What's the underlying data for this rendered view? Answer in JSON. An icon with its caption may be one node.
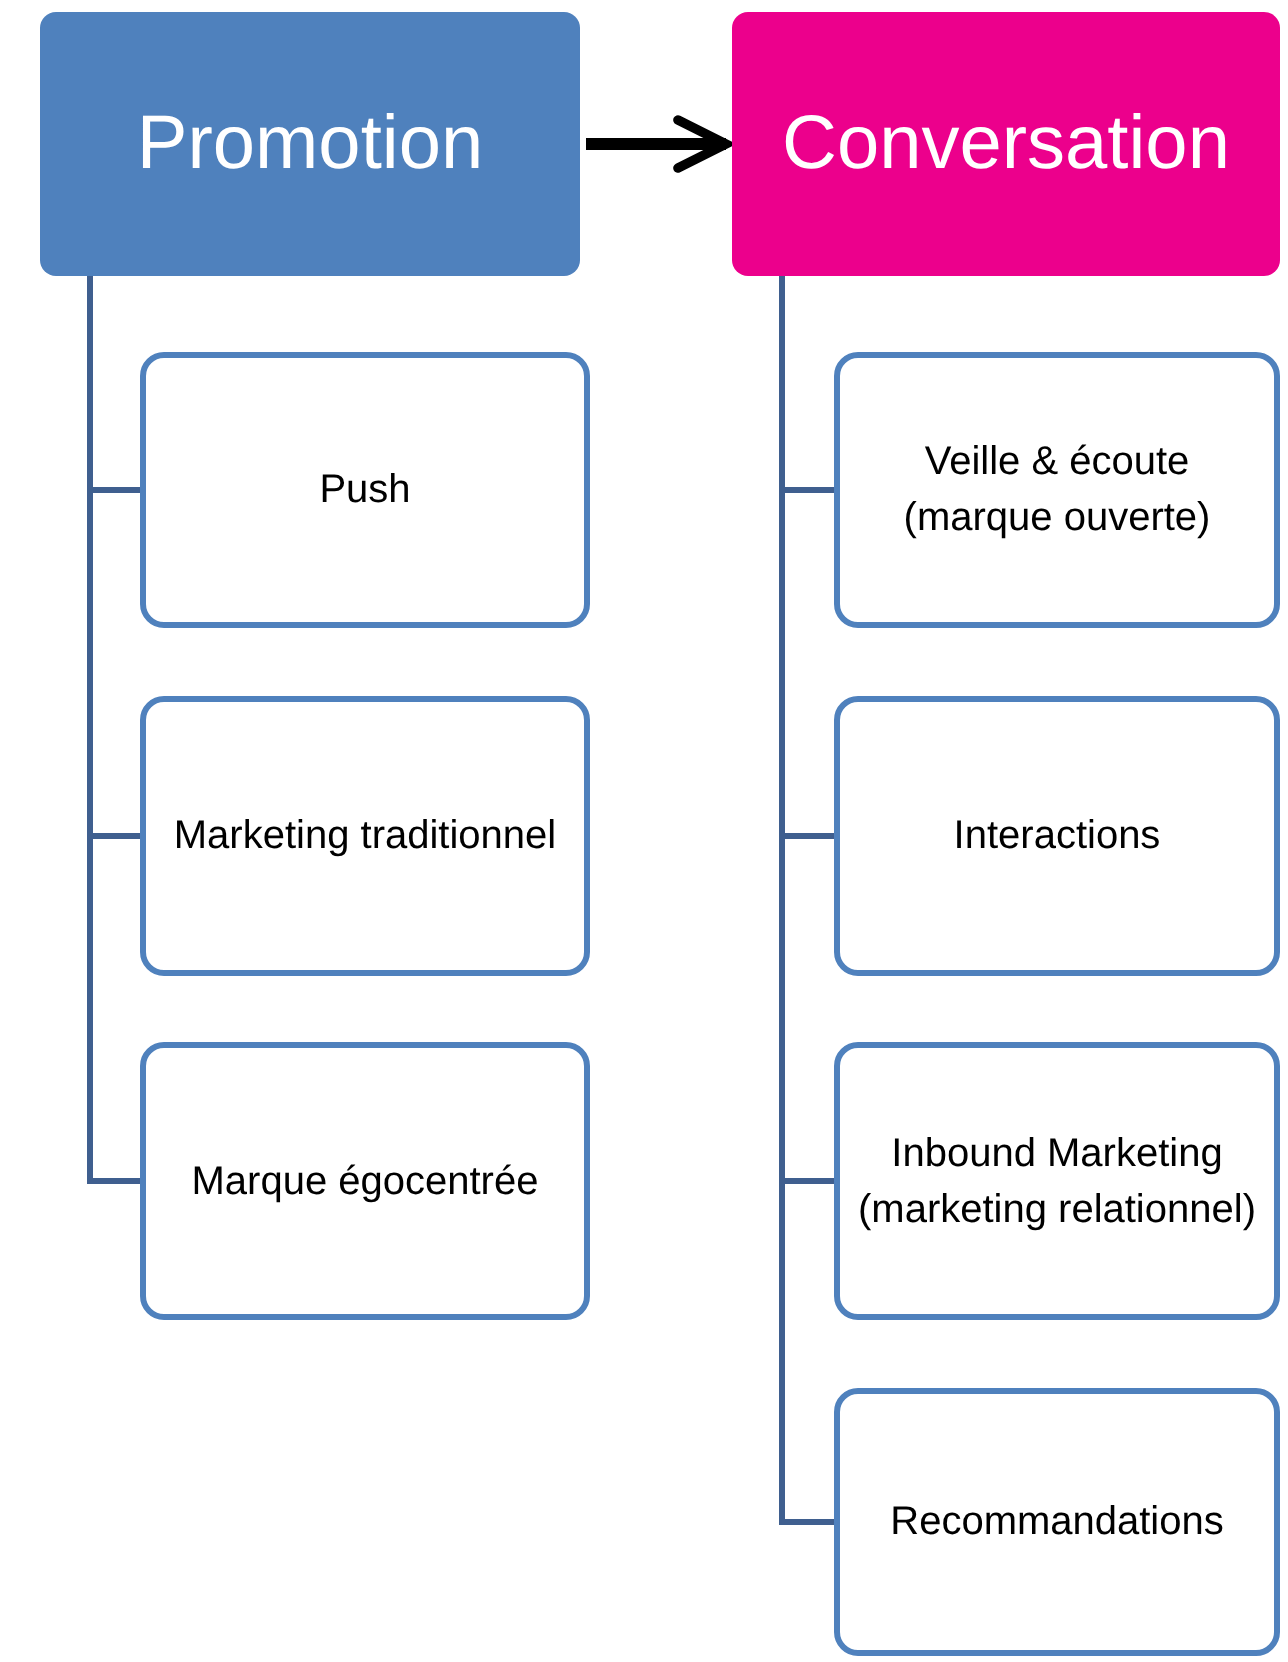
{
  "diagram": {
    "nodes": [
      {
        "text": [
          "Promotion"
        ]
      },
      {
        "text": [
          "Push"
        ]
      },
      {
        "text": [
          "Marketing traditionnel"
        ]
      },
      {
        "text": [
          "Marque égocentrée"
        ]
      },
      {
        "text": [
          "Conversation"
        ]
      },
      {
        "text": [
          "Veille & écoute (marque ouverte)"
        ]
      },
      {
        "text": [
          "Interactions"
        ]
      },
      {
        "text": [
          "Inbound Marketing (marketing relationnel)"
        ]
      },
      {
        "text": [
          "Recommandations"
        ]
      }
    ],
    "edges": [
      {
        "from": 0,
        "to": 4,
        "arrow": "to",
        "style": "thick",
        "color": "#000000"
      },
      {
        "from": 0,
        "to": 1,
        "arrow": "none"
      },
      {
        "from": 0,
        "to": 2,
        "arrow": "none"
      },
      {
        "from": 0,
        "to": 3,
        "arrow": "none"
      },
      {
        "from": 4,
        "to": 5,
        "arrow": "none"
      },
      {
        "from": 4,
        "to": 6,
        "arrow": "none"
      },
      {
        "from": 4,
        "to": 7,
        "arrow": "none"
      },
      {
        "from": 4,
        "to": 8,
        "arrow": "none"
      }
    ]
  }
}
